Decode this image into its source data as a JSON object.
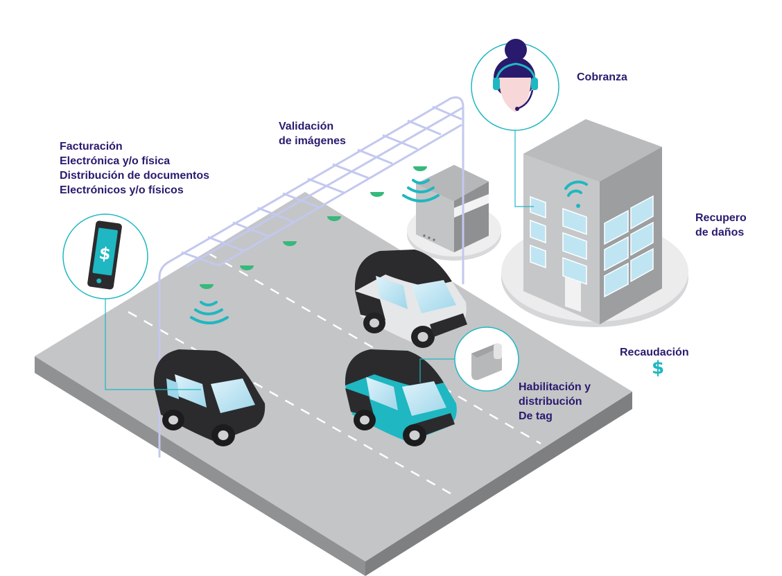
{
  "labels": {
    "facturacion": [
      "Facturación",
      "Electrónica y/o física",
      "Distribución de documentos",
      "Electrónicos y/o físicos"
    ],
    "validacion": [
      "Validación",
      "de imágenes"
    ],
    "cobranza": [
      "Cobranza"
    ],
    "recupero": [
      "Recupero",
      "de daños"
    ],
    "recaudacion": [
      "Recaudación"
    ],
    "habilitacion": [
      "Habilitación y",
      "distribución",
      "De tag"
    ]
  },
  "symbols": {
    "currency": "$"
  },
  "icons": [
    "phone-dollar-icon",
    "tag-icon",
    "operator-headset-icon",
    "wifi-signal-icon"
  ],
  "colors": {
    "label": "#2a1a6e",
    "accent": "#1fb7c1",
    "road": "#c4c5c7",
    "gantry": "#c3c8ee",
    "car_dark": "#2b2b2d",
    "car_teal": "#1fb7c1"
  }
}
